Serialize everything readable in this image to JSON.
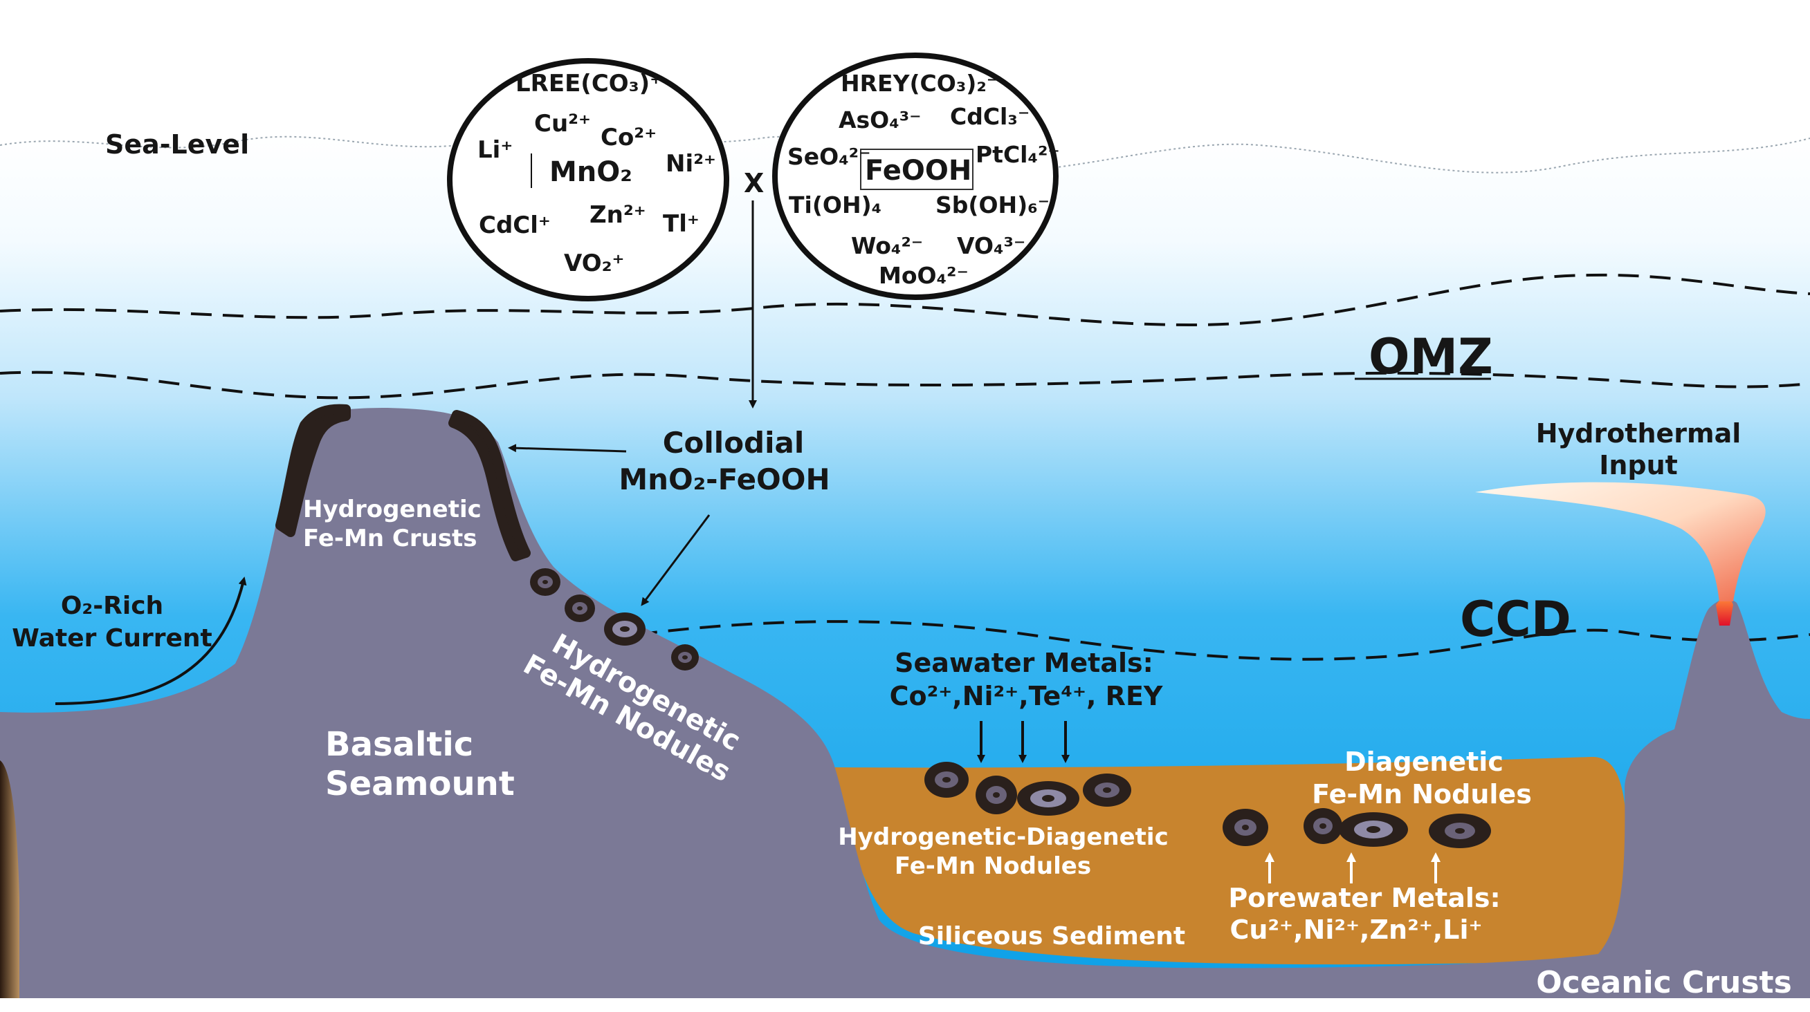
{
  "labels": {
    "sea_level": "Sea-Level",
    "omz": "OMZ",
    "ccd": "CCD",
    "cross": "X",
    "colloid_line1": "Collodial",
    "colloid_line2": "MnO₂-FeOOH",
    "hydrothermal_line1": "Hydrothermal",
    "hydrothermal_line2": "Input",
    "crusts_line1": "Hydrogenetic",
    "crusts_line2": "Fe-Mn Crusts",
    "o2_line1": "O₂-Rich",
    "o2_line2": "Water Current",
    "seamount_line1": "Basaltic",
    "seamount_line2": "Seamount",
    "hydro_nodules_line1": "Hydrogenetic",
    "hydro_nodules_line2": "Fe-Mn Nodules",
    "seawater_line1": "Seawater Metals:",
    "seawater_line2": "Co²⁺,Ni²⁺,Te⁴⁺, REY",
    "diagenetic_line1": "Diagenetic",
    "diagenetic_line2": "Fe-Mn Nodules",
    "mixed_line1": "Hydrogenetic-Diagenetic",
    "mixed_line2": "Fe-Mn Nodules",
    "porewater_line1": "Porewater Metals:",
    "porewater_line2": "Cu²⁺,Ni²⁺,Zn²⁺,Li⁺",
    "sediment": "Siliceous Sediment",
    "oceanic_crusts": "Oceanic Crusts"
  },
  "mno2_circle": {
    "center": "MnO₂",
    "species": [
      "LREE(CO₃)⁺",
      "Cu²⁺",
      "Co²⁺",
      "Li⁺",
      "Ni²⁺",
      "CdCl⁺",
      "Zn²⁺",
      "Tl⁺",
      "VO₂⁺"
    ]
  },
  "feooh_circle": {
    "center": "FeOOH",
    "species": [
      "HREY(CO₃)₂⁻",
      "AsO₄³⁻",
      "CdCl₃⁻",
      "SeO₄²⁻",
      "PtCl₄²⁻",
      "Ti(OH)₄",
      "Sb(OH)₆⁻",
      "Wo₄²⁻",
      "VO₄³⁻",
      "MoO₄²⁻"
    ]
  },
  "colors": {
    "seamount": "#7b7996",
    "sediment": "#c8842e",
    "deep_water": "#0a9fe6",
    "surface_water": "#ffffff",
    "crust_deposit": "#2a201c",
    "hydrothermal_plume": "#f06a4a"
  }
}
